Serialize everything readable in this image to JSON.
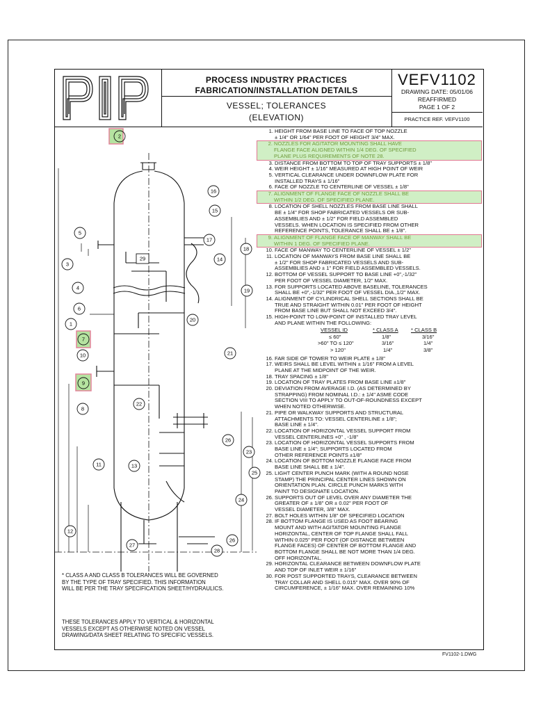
{
  "logo_text": "PIP",
  "title": {
    "line1": "PROCESS INDUSTRY PRACTICES",
    "line2": "FABRICATION/INSTALLATION  DETAILS",
    "sub1": "VESSEL;  TOLERANCES",
    "sub2": "(ELEVATION)"
  },
  "doc": {
    "id": "VEFV1102",
    "drawing_date": "DRAWING DATE:  05/01/06",
    "reaffirmed": "REAFFIRMED",
    "page": "PAGE 1 OF 2",
    "practice_ref": "PRACTICE REF.  VEFV1100"
  },
  "highlight": {
    "fill": "#aee196",
    "stroke": "#e0758f",
    "text": "#6f9a3a"
  },
  "callouts": [
    "1",
    "2",
    "3",
    "4",
    "5",
    "6",
    "7",
    "8",
    "9",
    "10",
    "11",
    "12",
    "13",
    "14",
    "15",
    "16",
    "17",
    "18",
    "19",
    "20",
    "21",
    "22",
    "23",
    "24",
    "25",
    "26",
    "26",
    "27",
    "28",
    "29"
  ],
  "notes": [
    {
      "num": "1.",
      "text": "HEIGHT FROM BASE LINE TO FACE OF TOP NOZZLE\n± 1/4\" OR 1/64\" PER FOOT OF HEIGHT 3/4\" MAX.",
      "hl": false
    },
    {
      "num": "2.",
      "text": "NOZZLES FOR AGITATOR MOUNTING SHALL HAVE\nFLANGE FACE ALIGNED WITHIN 1/4 DEG. OF SPECIFIED\nPLANE PLUS REQUIREMENTS OF NOTE 28.",
      "hl": true
    },
    {
      "num": "3.",
      "text": "DISTANCE FROM BOTTOM TO TOP OF TRAY SUPPORTS ± 1/8\"",
      "hl": false
    },
    {
      "num": "4.",
      "text": "WEIR HEIGHT ± 1/16\" MEASURED AT HIGH POINT OF WEIR",
      "hl": false
    },
    {
      "num": "5.",
      "text": "VERTICAL CLEARANCE UNDER DOWNFLOW PLATE FOR\nINSTALLED TRAYS ± 1/16\"",
      "hl": false
    },
    {
      "num": "6.",
      "text": "FACE OF NOZZLE TO CENTERLINE OF VESSEL ± 1/8\"",
      "hl": false
    },
    {
      "num": "7.",
      "text": "ALIGNMENT OF FLANGE FACE OF NOZZLE SHALL BE\nWITHIN 1/2 DEG. OF SPECIFIED PLANE.",
      "hl": true
    },
    {
      "num": "8.",
      "text": "LOCATION OF SHELL NOZZLES FROM BASE LINE SHALL\nBE ± 1/4\" FOR SHOP FABRICATED VESSELS OR SUB-\nASSEMBLIES AND ± 1/2\" FOR FIELD ASSEMBLED\nVESSELS. WHEN LOCATION IS SPECIFIED FROM OTHER\nREFERENCE POINTS, TOLERANCE SHALL BE ± 1/8\".",
      "hl": false
    },
    {
      "num": "9.",
      "text": "ALIGNMENT OF FLANGE FACE OF MANWAY SHALL BE\nWITHIN 1 DEG. OF SPECIFIED PLANE.",
      "hl": true
    },
    {
      "num": "10.",
      "text": "FACE OF MANWAY TO CENTERLINE OF VESSEL ± 1/2\"",
      "hl": false
    },
    {
      "num": "11.",
      "text": "LOCATION OF MANWAYS FROM BASE LINE SHALL BE\n± 1/2\" FOR SHOP FABRICATED VESSELS AND SUB-\nASSEMBLIES AND ± 1\" FOR FIELD ASSEMBLED VESSELS.",
      "hl": false
    },
    {
      "num": "12.",
      "text": "BOTTOM OF VESSEL SUPPORT TO BASE LINE +0\",-1/32\"\nPER FOOT OF VESSEL DIAMETER, 1/2\" MAX.",
      "hl": false
    },
    {
      "num": "13.",
      "text": "FOR SUPPORTS LOCATED ABOVE BASELINE, TOLERANCES\nSHALL BE +0\",-1/32\" PER FOOT OF VESSEL DIA.,1/2\" MAX.",
      "hl": false
    },
    {
      "num": "14.",
      "text": "ALIGNMENT OF CYLINDRICAL SHELL SECTIONS SHALL BE\nTRUE AND STRAIGHT WITHIN 0.01\" PER FOOT OF HEIGHT\nFROM BASE LINE BUT SHALL NOT EXCEED 3/4\".",
      "hl": false
    },
    {
      "num": "15.",
      "text": "HIGH-POINT TO LOW-POINT OF INSTALLED TRAY LEVEL\nAND PLANE WITHIN THE FOLLOWING:",
      "hl": false
    },
    {
      "num": "16.",
      "text": "FAR SIDE OF TOWER TO WEIR PLATE ± 1/8\"",
      "hl": false
    },
    {
      "num": "17.",
      "text": "WEIRS SHALL BE LEVEL WITHIN ± 1/16\" FROM A LEVEL\nPLANE AT THE MIDPOINT OF THE WEIR.",
      "hl": false
    },
    {
      "num": "18.",
      "text": "TRAY SPACING ± 1/8\"",
      "hl": false
    },
    {
      "num": "19.",
      "text": "LOCATION OF TRAY PLATES FROM BASE LINE ±1/8\"",
      "hl": false
    },
    {
      "num": "20.",
      "text": "DEVIATION FROM AVERAGE I.D. (AS DETERMINED BY\nSTRAPPING) FROM NOMINAL I.D.: ± 1/4\" ASME CODE\nSECTION VIII TO APPLY TO OUT-OF-ROUNDNESS EXCEPT\nWHEN NOTED OTHERWISE.",
      "hl": false
    },
    {
      "num": "21.",
      "text": "PIPE OR WALKWAY SUPPORTS AND STRUCTURAL\nATTACHMENTS TO: VESSEL CENTERLINE ± 1/8\";\nBASE LINE ± 1/4\".",
      "hl": false
    },
    {
      "num": "22.",
      "text": "LOCATION OF HORIZONTAL VESSEL SUPPORT FROM\nVESSEL CENTERLINES  +0\" , -1/8\"",
      "hl": false
    },
    {
      "num": "23.",
      "text": "LOCATION OF HORIZONTAL VESSEL SUPPORTS FROM\nBASE LINE  ± 1/4\"; SUPPORTS LOCATED FROM\nOTHER REFERENCE POINTS ±1/8\"",
      "hl": false
    },
    {
      "num": "24.",
      "text": "LOCATION OF BOTTOM NOZZLE FLANGE FACE FROM\nBASE LINE SHALL BE ± 1/4\".",
      "hl": false
    },
    {
      "num": "25.",
      "text": "LIGHT CENTER PUNCH MARK (WITH A ROUND NOSE\nSTAMP) THE PRINCIPAL CENTER LINES SHOWN ON\nORIENTATION PLAN. CIRCLE PUNCH MARKS WITH\nPAINT TO DESIGNATE LOCATION.",
      "hl": false
    },
    {
      "num": "26.",
      "text": "SUPPORTS OUT OF LEVEL OVER ANY DIAMETER THE\nGREATER OF ± 1/8\" OR ± 0.02\" PER FOOT OF\nVESSEL DIAMETER, 3/8\" MAX.",
      "hl": false
    },
    {
      "num": "27.",
      "text": "BOLT HOLES WITHIN 1/8\" OF SPECIFIED LOCATION",
      "hl": false
    },
    {
      "num": "28.",
      "text": "IF BOTTOM FLANGE IS USED AS FOOT BEARING\nMOUNT AND WITH AGITATOR MOUNTING FLANGE\nHORIZONTAL, CENTER OF TOP FLANGE SHALL FALL\nWITHIN 0.025\" PER FOOT (OF DISTANCE BETWEEN\nFLANGE FACES) OF CENTER OF BOTTOM FLANGE AND\nBOTTOM FLANGE SHALL BE NOT MORE THAN 1/4 DEG.\nOFF HORIZONTAL.",
      "hl": false
    },
    {
      "num": "29.",
      "text": "HORIZONTAL CLEARANCE BETWEEN DOWNFLOW PLATE\nAND TOP OF INLET WEIR ± 1/16\"",
      "hl": false
    },
    {
      "num": "30.",
      "text": "FOR POST SUPPORTED TRAYS, CLEARANCE BETWEEN\nTRAY COLLAR AND SHELL 0.015\" MAX. OVER 90% OF\nCIRCUMFERENCE, ± 1/16\" MAX. OVER REMAINING 10%",
      "hl": false
    }
  ],
  "tolerance_table": {
    "headers": [
      "VESSEL ID",
      "* CLASS A",
      "* CLASS B"
    ],
    "rows": [
      [
        "≤ 60\"",
        "1/8\"",
        "3/16\""
      ],
      [
        ">60\" TO ≤ 120\"",
        "3/16\"",
        "1/4\""
      ],
      [
        "> 120\"",
        "1/4\"",
        "3/8\""
      ]
    ]
  },
  "footnote_class": "* CLASS A AND CLASS B TOLERANCES WILL BE GOVERNED\n   BY THE TYPE OF TRAY SPECIFIED. THIS INFORMATION\n   WILL BE PER THE TRAY SPECIFICATION SHEET/HYDRAULICS.",
  "footnote_general": "THESE TOLERANCES APPLY TO VERTICAL & HORIZONTAL\nVESSELS EXCEPT AS OTHERWISE NOTED ON VESSEL\nDRAWING/DATA SHEET RELATING TO SPECIFIC VESSELS.",
  "dwg_name": "FV1102-1.DWG"
}
